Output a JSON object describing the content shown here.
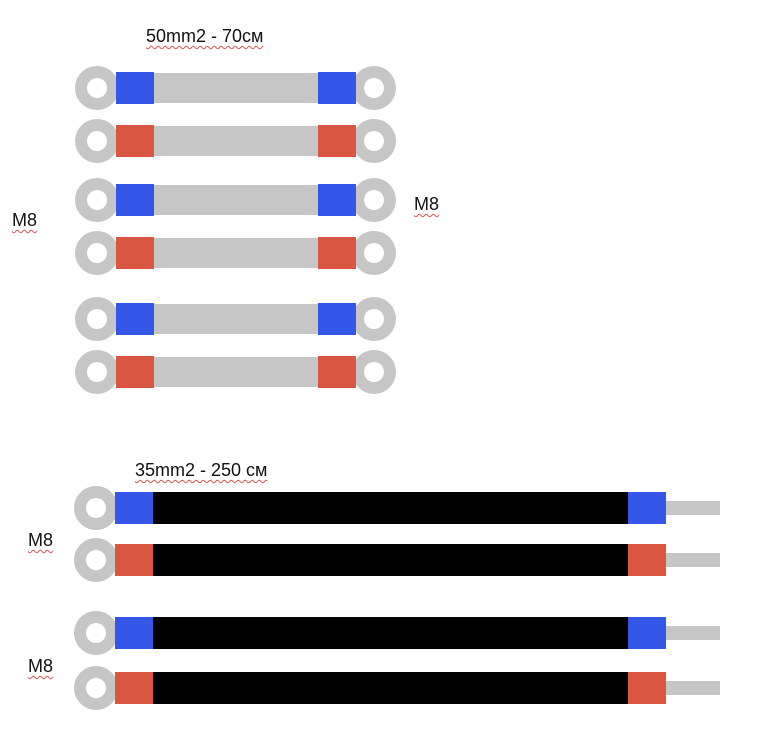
{
  "colors": {
    "lug": "#c6c6c6",
    "hole": "#ffffff",
    "short_cable": "#c6c6c6",
    "long_cable": "#000000",
    "blue": "#3557e8",
    "red": "#d95640",
    "bare_wire": "#c6c6c6"
  },
  "labels": {
    "short_group_title": "50mm2 - 70см",
    "long_group_title": "35mm2 - 250 см",
    "terminal_left_short": "M8",
    "terminal_right_short": "M8",
    "terminal_long_top": "M8",
    "terminal_long_bottom": "M8"
  },
  "cables": {
    "short": [
      "blue",
      "red",
      "blue",
      "red",
      "blue",
      "red"
    ],
    "long": [
      "blue",
      "red",
      "blue",
      "red"
    ]
  }
}
